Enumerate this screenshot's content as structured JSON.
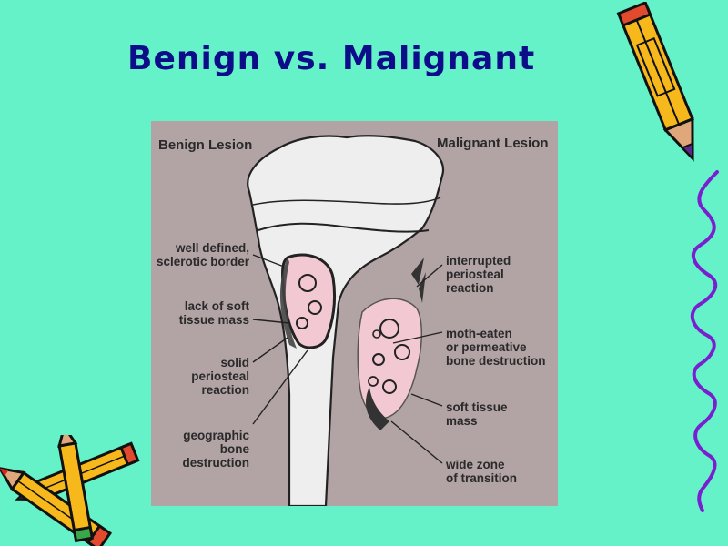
{
  "slide": {
    "title": "Benign vs. Malignant",
    "colors": {
      "background": "#66f2c9",
      "title": "#0d0d8a",
      "figure_bg": "#b2a3a5",
      "lesion_fill": "#f2c8d2"
    }
  },
  "figure": {
    "left_header": "Benign Lesion",
    "right_header": "Malignant Lesion",
    "left_labels": [
      "well defined,\nsclerotic border",
      "lack of soft\ntissue mass",
      "solid\nperiosteal\nreaction",
      "geographic\nbone\ndestruction"
    ],
    "right_labels": [
      "interrupted\nperiosteal\nreaction",
      "moth-eaten\nor permeative\nbone destruction",
      "soft tissue\nmass",
      "wide zone\nof transition"
    ]
  },
  "clipart": {
    "pencil_top_right": "pencil-icon",
    "pencils_bottom_left": "crossed-pencils-icon",
    "squiggle_right": "squiggle-line"
  }
}
